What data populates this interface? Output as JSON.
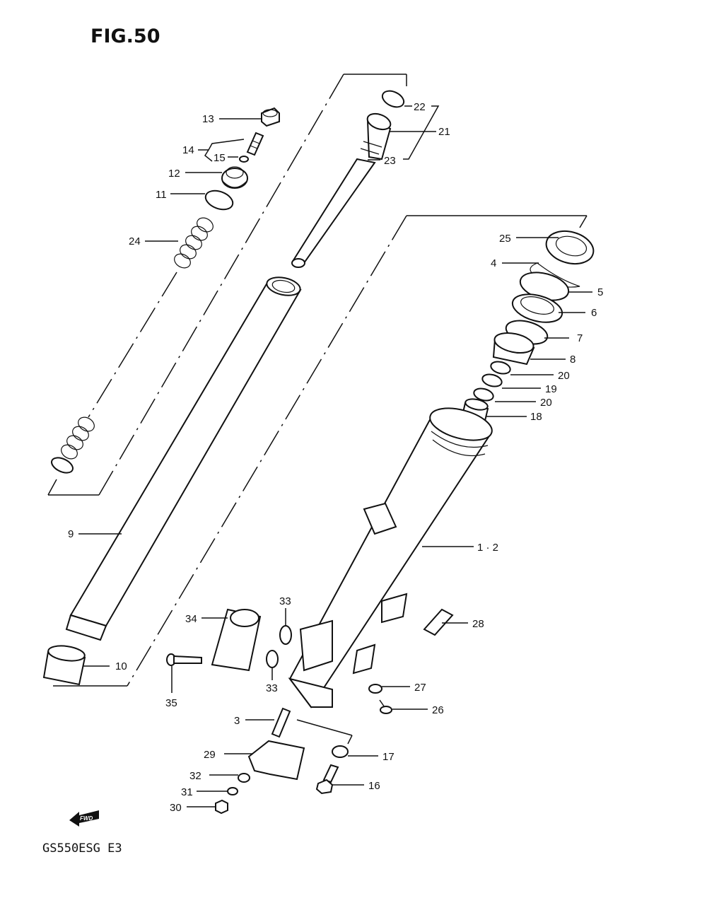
{
  "figure": {
    "title": "FIG.50",
    "model_code": "GS550ESG  E3",
    "fwd_label": "FWD"
  },
  "callouts": {
    "c1": "1 · 2",
    "c3": "3",
    "c4": "4",
    "c5": "5",
    "c6": "6",
    "c7": "7",
    "c8": "8",
    "c9": "9",
    "c10": "10",
    "c11": "11",
    "c12": "12",
    "c13": "13",
    "c14": "14",
    "c15": "15",
    "c16": "16",
    "c17": "17",
    "c18": "18",
    "c19": "19",
    "c20a": "20",
    "c20b": "20",
    "c21": "21",
    "c22": "22",
    "c23": "23",
    "c24": "24",
    "c25": "25",
    "c26": "26",
    "c27": "27",
    "c28": "28",
    "c29": "29",
    "c30": "30",
    "c31": "31",
    "c32": "32",
    "c33a": "33",
    "c33b": "33",
    "c34": "34",
    "c35": "35"
  },
  "colors": {
    "ink": "#111111",
    "paper": "#ffffff"
  }
}
